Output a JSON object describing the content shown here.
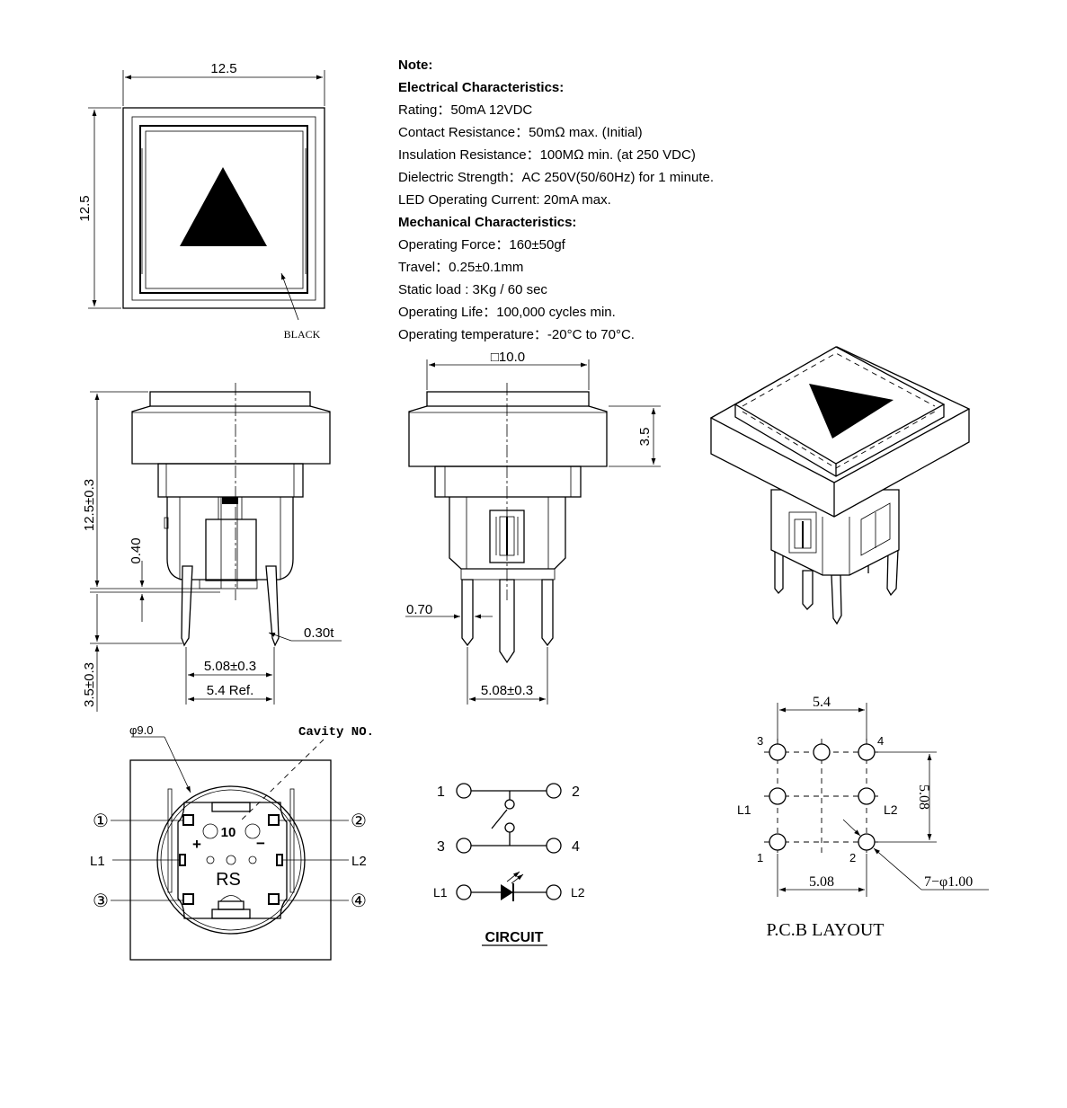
{
  "notes": {
    "title": "Note:",
    "electrical_heading": "Electrical Characteristics:",
    "rating": "Rating：50mA 12VDC",
    "contact_resistance": "Contact Resistance：50mΩ max. (Initial)",
    "insulation_resistance": "Insulation Resistance：100MΩ min. (at 250 VDC)",
    "dielectric_strength": "Dielectric Strength：AC 250V(50/60Hz)  for 1 minute.",
    "led_current": "LED Operating Current: 20mA max.",
    "mechanical_heading": "Mechanical Characteristics:",
    "operating_force": "Operating Force：160±50gf",
    "travel": "Travel：0.25±0.1mm",
    "static_load": "Static load : 3Kg / 60 sec",
    "operating_life": "Operating Life：100,000 cycles min.",
    "operating_temperature": "Operating temperature：-20°C to 70°C."
  },
  "top_view": {
    "width_dim": "12.5",
    "height_dim": "12.5",
    "color_label": "BLACK"
  },
  "front_view": {
    "height_dim": "12.5±0.3",
    "gap_dim": "0.40",
    "pin_length_dim": "3.5±0.3",
    "thickness_dim": "0.30t",
    "pin_pitch_dim": "5.08±0.3",
    "ref_dim": "5.4  Ref."
  },
  "side_view": {
    "cap_dim": "□10.0",
    "cap_height_dim": "3.5",
    "pin_width_dim": "0.70",
    "pin_pitch_dim": "5.08±0.3"
  },
  "bottom_view": {
    "diameter_dim": "φ9.0",
    "cavity_label": "Cavity NO.",
    "cavity_number": "10",
    "mark_label": "RS",
    "plus": "+",
    "minus": "−",
    "pin1": "①",
    "pin2": "②",
    "pin3": "③",
    "pin4": "④",
    "l1": "L1",
    "l2": "L2"
  },
  "circuit": {
    "title": "CIRCUIT",
    "t1": "1",
    "t2": "2",
    "t3": "3",
    "t4": "4",
    "l1": "L1",
    "l2": "L2"
  },
  "pcb": {
    "title": "P.C.B  LAYOUT",
    "width_dim": "5.4",
    "height_dim": "5.08",
    "pitch_dim": "5.08",
    "hole_dim": "7−φ1.00",
    "p1": "1",
    "p2": "2",
    "p3": "3",
    "p4": "4",
    "l1": "L1",
    "l2": "L2"
  }
}
